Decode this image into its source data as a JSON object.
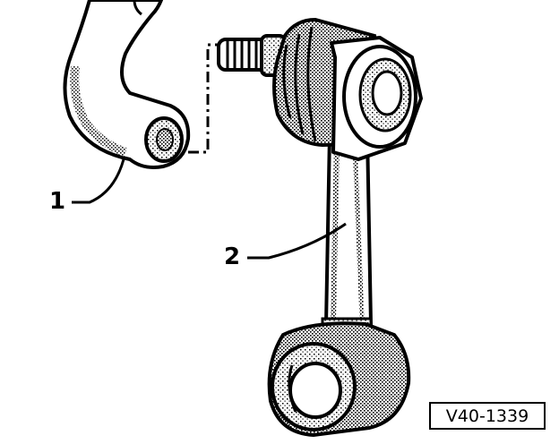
{
  "callouts": [
    {
      "text": "1"
    },
    {
      "text": "2"
    }
  ],
  "figure_ref": "V40-1339",
  "colors": {
    "ink": "#000000",
    "paper": "#ffffff",
    "shade": "#bdbdbd"
  }
}
